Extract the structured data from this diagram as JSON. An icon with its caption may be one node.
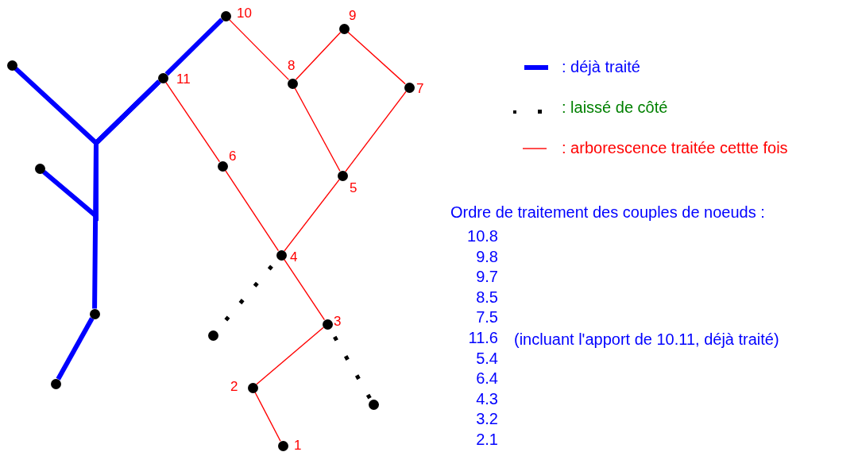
{
  "diagram": {
    "nodes": [
      {
        "text": [],
        "shape": "circle",
        "beside": [
          "1"
        ]
      },
      {
        "text": [],
        "shape": "circle",
        "beside": [
          "2"
        ]
      },
      {
        "text": [],
        "shape": "circle",
        "beside": [
          "3"
        ]
      },
      {
        "text": [],
        "shape": "circle",
        "beside": [
          "4"
        ]
      },
      {
        "text": [],
        "shape": "circle",
        "beside": [
          "5"
        ]
      },
      {
        "text": [],
        "shape": "circle",
        "beside": [
          "6"
        ]
      },
      {
        "text": [],
        "shape": "circle",
        "beside": [
          "7"
        ]
      },
      {
        "text": [],
        "shape": "circle",
        "beside": [
          "8"
        ]
      },
      {
        "text": [],
        "shape": "circle",
        "beside": [
          "9"
        ]
      },
      {
        "text": [],
        "shape": "circle",
        "beside": [
          "10"
        ]
      },
      {
        "text": [],
        "shape": "circle",
        "beside": [
          "11"
        ]
      },
      {
        "text": [],
        "shape": "circle"
      },
      {
        "text": [],
        "shape": "circle"
      },
      {
        "text": [],
        "shape": "circle"
      },
      {
        "text": [],
        "shape": "circle"
      },
      {
        "text": [],
        "shape": "circle"
      },
      {
        "text": [],
        "shape": "circle"
      }
    ],
    "edges": [
      {
        "from": 9,
        "to": 10,
        "arrow": "none",
        "style": "thick",
        "color": "#0000ff"
      },
      {
        "from": 10,
        "to": 11,
        "arrow": "none",
        "style": "thick",
        "color": "#0000ff"
      },
      {
        "from": 10,
        "to": 12,
        "arrow": "none",
        "style": "thick",
        "color": "#0000ff"
      },
      {
        "from": 10,
        "to": 13,
        "arrow": "none",
        "style": "thick",
        "color": "#0000ff"
      },
      {
        "from": 13,
        "to": 14,
        "arrow": "none",
        "style": "thick",
        "color": "#0000ff"
      },
      {
        "from": 9,
        "to": 7,
        "arrow": "none"
      },
      {
        "from": 7,
        "to": 8,
        "arrow": "none"
      },
      {
        "from": 8,
        "to": 6,
        "arrow": "none"
      },
      {
        "from": 7,
        "to": 4,
        "arrow": "none"
      },
      {
        "from": 6,
        "to": 4,
        "arrow": "none"
      },
      {
        "from": 10,
        "to": 5,
        "arrow": "none"
      },
      {
        "from": 5,
        "to": 3,
        "arrow": "none"
      },
      {
        "from": 4,
        "to": 3,
        "arrow": "none"
      },
      {
        "from": 3,
        "to": 2,
        "arrow": "none"
      },
      {
        "from": 2,
        "to": 1,
        "arrow": "none"
      },
      {
        "from": 1,
        "to": 0,
        "arrow": "none"
      },
      {
        "from": 3,
        "to": 15,
        "arrow": "none",
        "style": "dashed",
        "color": "#000000"
      },
      {
        "from": 2,
        "to": 16,
        "arrow": "none",
        "style": "dashed",
        "color": "#000000"
      }
    ],
    "labels": [
      "Ordre de traitement des couples de noeuds :",
      "10.8",
      "9.8",
      "9.7",
      "8.5",
      "7.5",
      "11.6",
      "(incluant l'apport de 10.11, déjà traité)",
      "5.4",
      "6.4",
      "4.3",
      "3.2",
      "2.1"
    ],
    "legend": [
      {
        "text": ": déjà traité"
      },
      {
        "text": ": laissé de côté"
      },
      {
        "text": ": arborescence traitée cettte fois"
      }
    ]
  }
}
